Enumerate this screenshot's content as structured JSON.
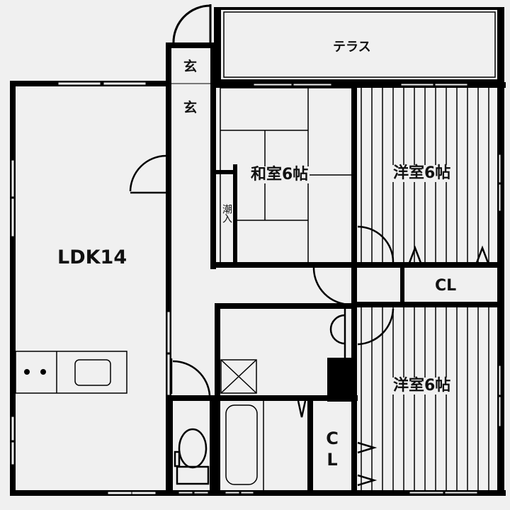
{
  "colors": {
    "background": "#f0f0f0",
    "wall": "#000000",
    "floor": "#f0f0f0"
  },
  "rooms": {
    "terrace": {
      "label": "テラス"
    },
    "entrance_upper": {
      "label": "玄"
    },
    "entrance_lower": {
      "label": "玄"
    },
    "ldk": {
      "label": "LDK14"
    },
    "washitsu": {
      "label": "和室6帖"
    },
    "oshiire": {
      "label": "潮入"
    },
    "youshitsu_north": {
      "label": "洋室6帖"
    },
    "youshitsu_south": {
      "label": "洋室6帖"
    },
    "closet_east": {
      "label": "CL"
    },
    "closet_south": {
      "label": "CL"
    }
  }
}
